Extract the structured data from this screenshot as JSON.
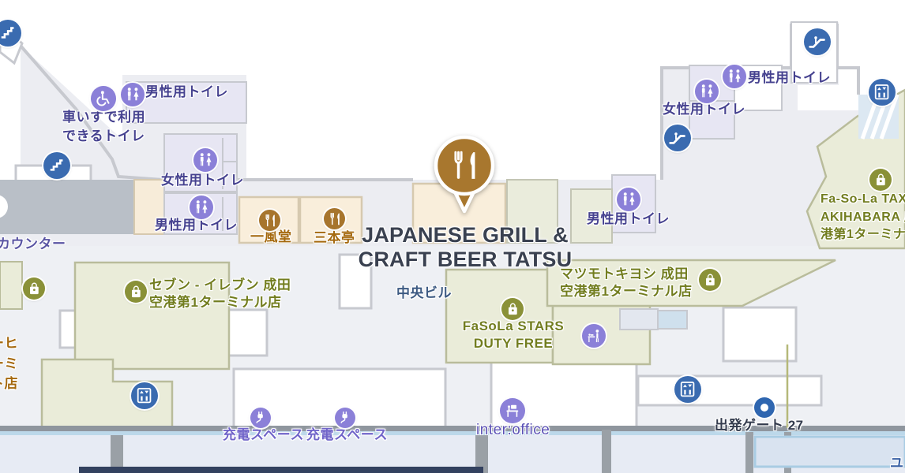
{
  "poi": {
    "line1": "JAPANESE GRILL &",
    "line2": "CRAFT BEER TATSU",
    "category": "restaurant",
    "pin_color": "#a8772e",
    "pin_icon": "fork-knife-icon"
  },
  "labels": {
    "mens_toilet_1": "男性用トイレ",
    "wheelchair_toilet": {
      "line1": "車いすで利用",
      "line2": "できるトイレ"
    },
    "womens_toilet_1": "女性用トイレ",
    "mens_toilet_2": "男性用トイレ",
    "counter": "カウンター",
    "ippudo": "一風堂",
    "sanbontei": "三本亭",
    "seven_eleven": {
      "line1": "セブン - イレブン 成田",
      "line2": "空港第1ターミナル店"
    },
    "chuo_building": "中央ビル",
    "matsumotokiyoshi": {
      "line1": "マツモトキヨシ 成田",
      "line2": "空港第1ターミナル店"
    },
    "mens_toilet_3": "男性用トイレ",
    "womens_toilet_2": "女性用トイレ",
    "mens_toilet_4": "男性用トイレ",
    "fasola_stars": {
      "line1": "FaSoLa STARS",
      "line2": "DUTY FREE"
    },
    "fasola_tax": {
      "line1": "Fa-So-La TAX",
      "line2": "AKIHABARA 成",
      "line3": "港第1ターミナ"
    },
    "charging_space_1": "充電スペース",
    "charging_space_2": "充電スペース",
    "inter_office": "inter:office",
    "departure_gate": "出発ゲート 27",
    "partial_left": {
      "line1": "ーヒ",
      "line2": "ーミ",
      "line3": "ト店"
    },
    "partial_bottom_right": "ユ"
  },
  "icons": {
    "transport_color": "#3a6bb0",
    "facility_color": "#8b80d8",
    "shop_color": "#8a9138",
    "restaurant_color": "#a7752d",
    "names": [
      "stairs-icon",
      "escalator-icon",
      "elevator-icon",
      "mens-toilet-icon",
      "womens-toilet-icon",
      "wheelchair-toilet-icon",
      "restaurant-icon",
      "shopping-bag-icon",
      "charging-icon",
      "baby-care-icon",
      "office-icon",
      "departure-gate-marker"
    ]
  },
  "colors": {
    "floor": "#ecedf2",
    "room_toilet": "#e7e6f3",
    "room_restaurant": "#f9eedb",
    "room_shop": "#eaecd9",
    "room_blue": "#cfe0ed",
    "counter_block": "#b9bfc7",
    "wall": "#c7c9cf",
    "corridor_wall": "#8f969e",
    "corridor_blue_line": "#bcd8ea",
    "corridor_floor": "#e7ebf4",
    "navy_strip": "#33415f"
  }
}
